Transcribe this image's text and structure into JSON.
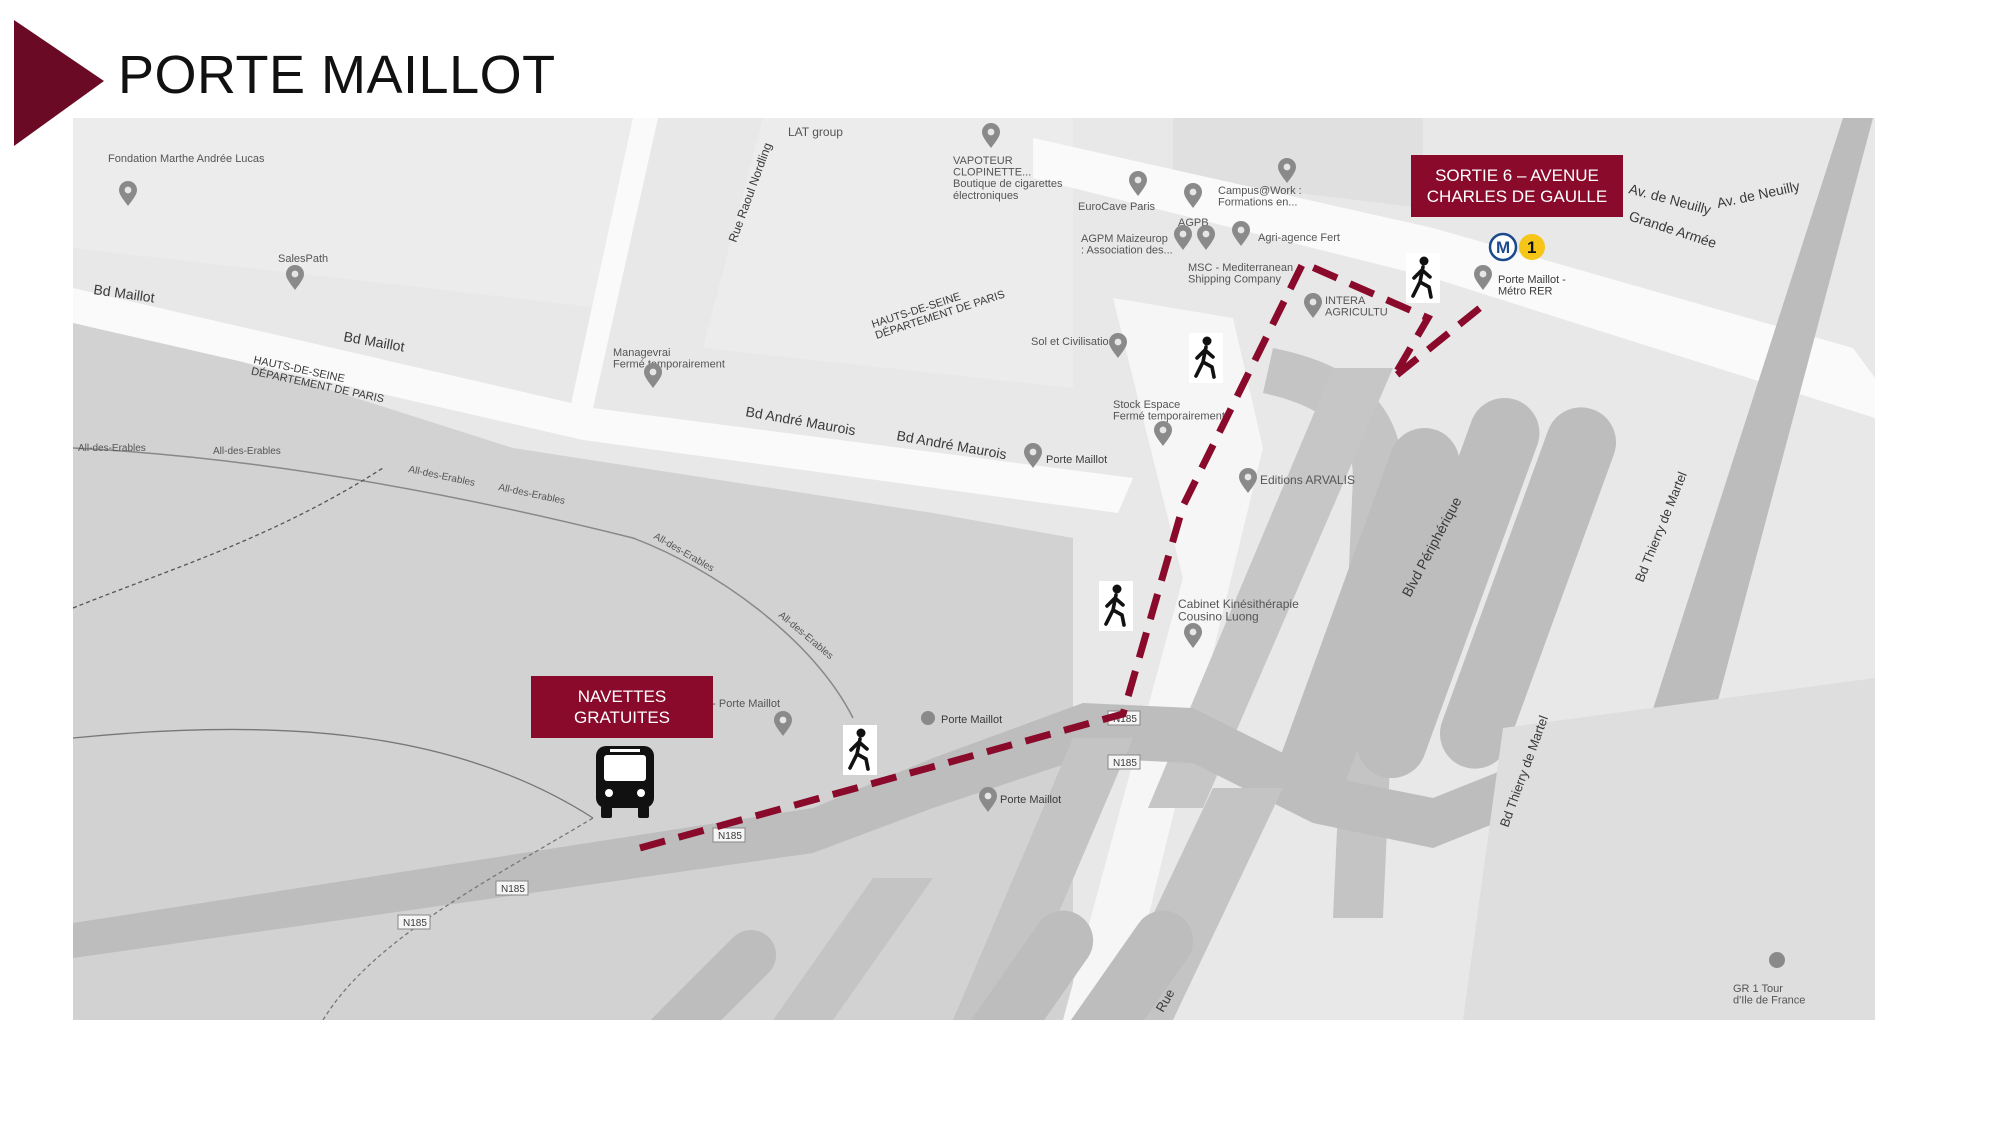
{
  "title": "PORTE MAILLOT",
  "colors": {
    "accent": "#8a0a2c",
    "map_bg": "#e6e6e6",
    "road": "#bdbdbd",
    "park": "#d0d0d0"
  },
  "labels": {
    "navettes": "NAVETTES\nGRATUITES",
    "sortie": "SORTIE 6 – AVENUE\nCHARLES DE GAULLE"
  },
  "icons": [
    "triangle-marker-icon",
    "bus-icon",
    "pedestrian-icon",
    "metro-icon",
    "line-1-icon",
    "map-pin-icon"
  ],
  "metro": {
    "letter": "M",
    "line": "1"
  },
  "map_text": {
    "fondation": "Fondation Marthe\nAndrée Lucas",
    "salespath": "SalesPath",
    "bd_maillot_1": "Bd Maillot",
    "bd_maillot_2": "Bd Maillot",
    "hauts_de_seine_1": "HAUTS-DE-SEINE\nDÉPARTEMENT DE PARIS",
    "hauts_de_seine_2": "HAUTS-DE-SEINE\nDÉPARTEMENT DE PARIS",
    "managevrai": "Managevrai\nFermé temporairement",
    "rue_raoul": "Rue Raoul Nordling",
    "lat_group": "LAT group",
    "vapoteur": "VAPOTEUR\nCLOPINETTE...\nBoutique de cigarettes\nélectroniques",
    "eurocave": "EuroCave Paris",
    "campus": "Campus@Work :\nFormations en...",
    "agpb": "AGPB",
    "agpm": "AGPM Maizeurop\n: Association des...",
    "agri": "Agri-agence Fert",
    "msc": "MSC - Mediterranean\nShipping Company",
    "interagri": "INTERA\nAGRICULTU",
    "sol": "Sol et Civilisation",
    "stock": "Stock Espace\nFermé temporairement",
    "bd_andre_1": "Bd André Maurois",
    "bd_andre_2": "Bd André Maurois",
    "porte_maillot_1": "Porte Maillot",
    "editions": "Editions ARVALIS",
    "allee_1": "All-des-Erables",
    "allee_2": "All-des-Erables",
    "allee_3": "All-des-Erables",
    "allee_4": "All-des-Erables",
    "allee_5": "All-des-Erables",
    "allee_6": "All-des-Erables",
    "cabinet": "Cabinet Kinésithérapie\nCousino Luong",
    "porte_maillot_2": "Porte Maillot",
    "porte_maillot_3": "n - Porte Maillot",
    "porte_maillot_4": "Porte Maillot",
    "porte_maillot_rer": "Porte Maillot -\nMétro RER",
    "bd_peripherique": "Blvd Périphérique",
    "bd_thierry_1": "Bd Thierry de Martel",
    "bd_thierry_2": "Bd Thierry de Martel",
    "av_neuilly_1": "Av. de Neuilly",
    "av_neuilly_2": "Av. de Neuilly",
    "grande_armee": "Grande Armée",
    "gr1": "GR 1 Tour\nd'Ile de France",
    "n185_1": "N185",
    "n185_2": "N185",
    "n185_3": "N185",
    "n185_4": "N185",
    "n185_5": "N185",
    "rue": "Rue"
  }
}
